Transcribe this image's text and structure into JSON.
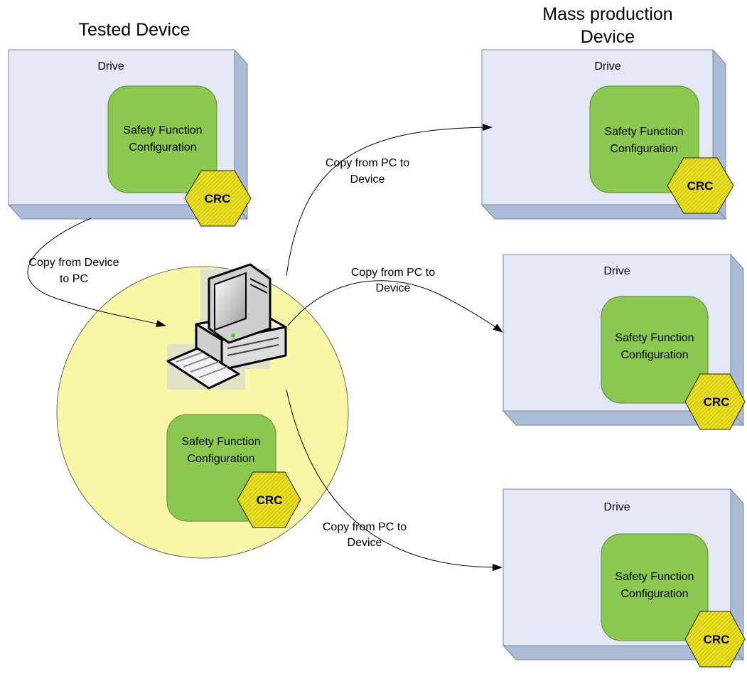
{
  "titles": {
    "tested": "Tested Device",
    "mass_line1": "Mass production",
    "mass_line2": "Device"
  },
  "drive_label": "Drive",
  "config": {
    "line1": "Safety Function",
    "line2": "Configuration"
  },
  "crc_label": "CRC",
  "arrows": {
    "device_to_pc": {
      "line1": "Copy from Device",
      "line2": "to PC"
    },
    "pc_to_device": {
      "line1": "Copy from PC to",
      "line2": "Device"
    }
  },
  "colors": {
    "box_front": "#e4e8f5",
    "box_side": "#aabbd6",
    "config_green": "#8bc850",
    "crc_yellow": "#e8e020",
    "circle_yellow": "#f7f7a5"
  }
}
